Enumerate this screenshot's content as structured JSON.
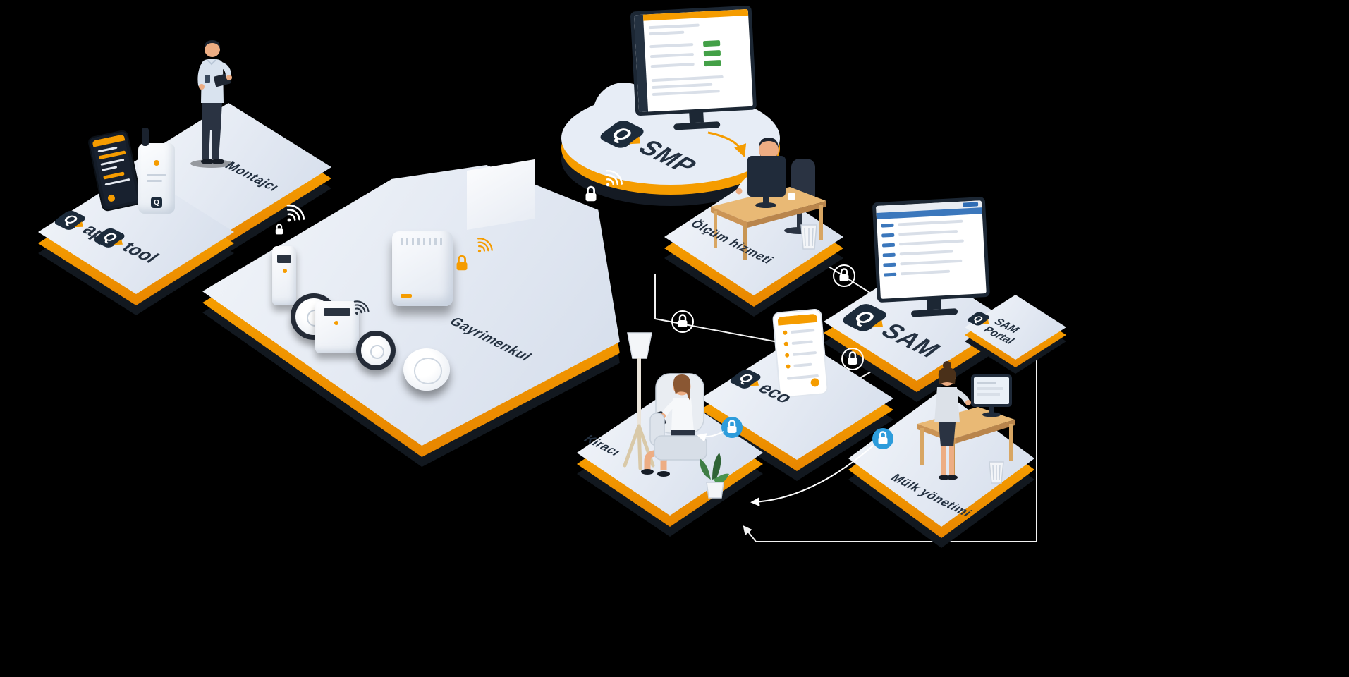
{
  "colors": {
    "background": "#000000",
    "accent_orange": "#F59C00",
    "platform_top": "#E4EAF3",
    "logo_navy": "#1C2B3B",
    "label_navy": "#243141",
    "connection_white": "#FFFFFF",
    "secure_blue": "#2D9CDB",
    "status_green": "#43A047"
  },
  "brand": {
    "logo_letter": "Q"
  },
  "platforms": {
    "montajci": {
      "label": "Montajcı"
    },
    "tools": {
      "app_label": "app",
      "tool_label": "tool"
    },
    "gayrimenkul": {
      "label": "Gayrimenkul"
    },
    "qsmp": {
      "label": "SMP"
    },
    "olcum": {
      "label": "Ölçüm hizmeti"
    },
    "qsam": {
      "label": "SAM"
    },
    "sam_portal": {
      "label_line1": "SAM",
      "label_line2": "Portal"
    },
    "qeco": {
      "label": "eco"
    },
    "kiraci": {
      "label": "Kiracı"
    },
    "mulk": {
      "label": "Mülk yönetimi"
    }
  }
}
